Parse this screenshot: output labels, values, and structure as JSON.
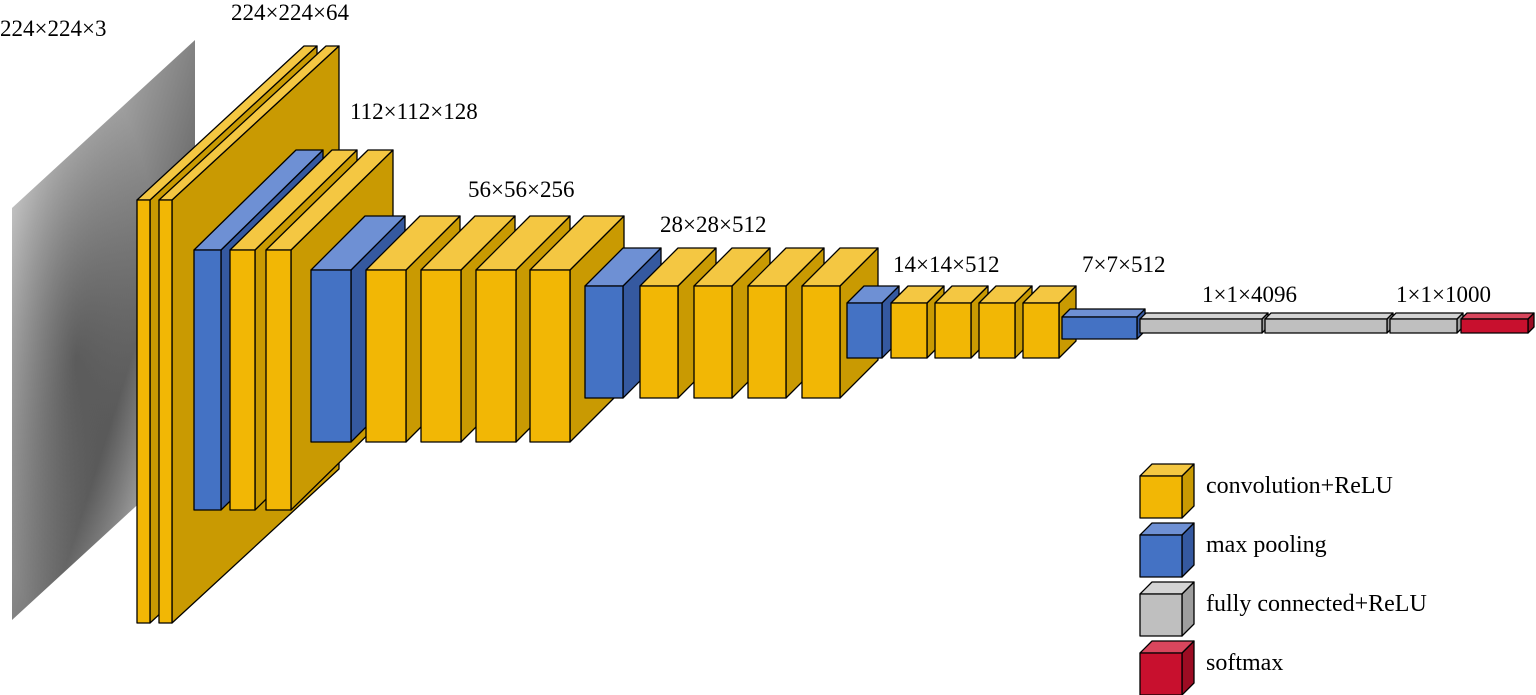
{
  "colors": {
    "convolution": {
      "front": "#F2B705",
      "top": "#F4C742",
      "side": "#C99A02"
    },
    "pooling": {
      "front": "#4472C4",
      "top": "#6E90D4",
      "side": "#3559A0"
    },
    "fully_connected": {
      "front": "#BFBFBF",
      "top": "#D4D4D4",
      "side": "#9E9E9E"
    },
    "softmax": {
      "front": "#C8102E",
      "top": "#D9465D",
      "side": "#9C0C23"
    },
    "input_image": {
      "light": "#E6E6E6",
      "dark": "#707070"
    }
  },
  "dimension_labels": [
    {
      "id": "input",
      "text": "224×224×3"
    },
    {
      "id": "block1",
      "text": "224×224×64"
    },
    {
      "id": "block2",
      "text": "112×112×128"
    },
    {
      "id": "block3",
      "text": "56×56×256"
    },
    {
      "id": "block4",
      "text": "28×28×512"
    },
    {
      "id": "block5",
      "text": "14×14×512"
    },
    {
      "id": "pool5",
      "text": "7×7×512"
    },
    {
      "id": "fc",
      "text": "1×1×4096"
    },
    {
      "id": "output",
      "text": "1×1×1000"
    }
  ],
  "legend": [
    {
      "type": "convolution",
      "icon": "convolution-cube-icon",
      "label": "convolution+ReLU"
    },
    {
      "type": "pooling",
      "icon": "pooling-cube-icon",
      "label": "max pooling"
    },
    {
      "type": "fully_connected",
      "icon": "fully-connected-cube-icon",
      "label": "fully connected+ReLU"
    },
    {
      "type": "softmax",
      "icon": "softmax-cube-icon",
      "label": "softmax"
    }
  ]
}
